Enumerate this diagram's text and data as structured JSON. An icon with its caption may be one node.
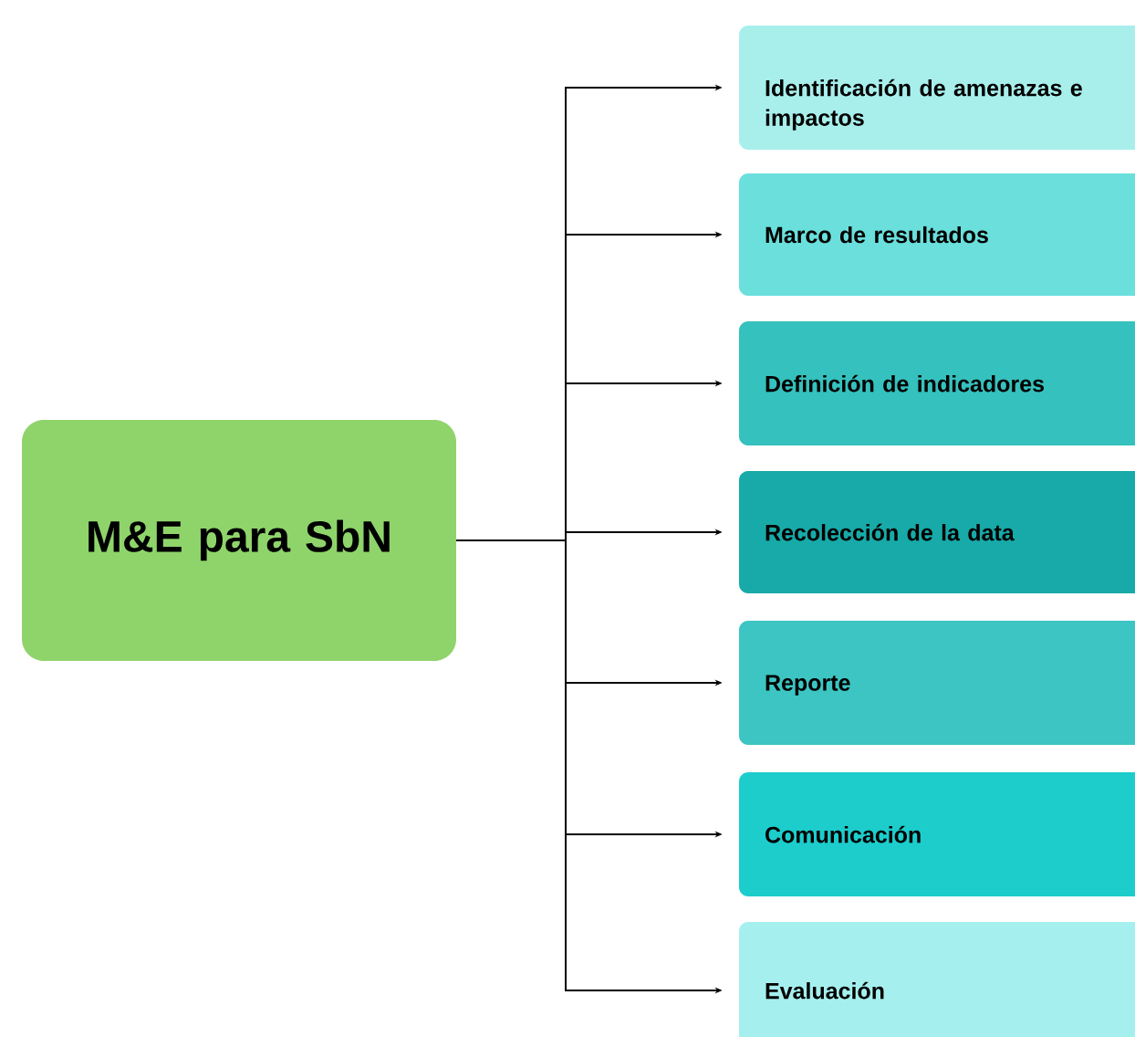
{
  "diagram": {
    "nodes": [
      {
        "text": [
          "M&E para SbN"
        ]
      },
      {
        "text": [
          "Identificación de amenazas e impactos"
        ]
      },
      {
        "text": [
          "Marco de resultados"
        ]
      },
      {
        "text": [
          "Definición de indicadores"
        ]
      },
      {
        "text": [
          "Recolección de la data"
        ]
      },
      {
        "text": [
          "Reporte"
        ]
      },
      {
        "text": [
          "Comunicación"
        ]
      },
      {
        "text": [
          "Evaluación"
        ]
      }
    ],
    "edges": [
      {
        "from": 0,
        "to": 1,
        "arrow": "to"
      },
      {
        "from": 0,
        "to": 2,
        "arrow": "to"
      },
      {
        "from": 0,
        "to": 3,
        "arrow": "to"
      },
      {
        "from": 0,
        "to": 4,
        "arrow": "to"
      },
      {
        "from": 0,
        "to": 5,
        "arrow": "to"
      },
      {
        "from": 0,
        "to": 6,
        "arrow": "to"
      },
      {
        "from": 0,
        "to": 7,
        "arrow": "to"
      }
    ]
  }
}
